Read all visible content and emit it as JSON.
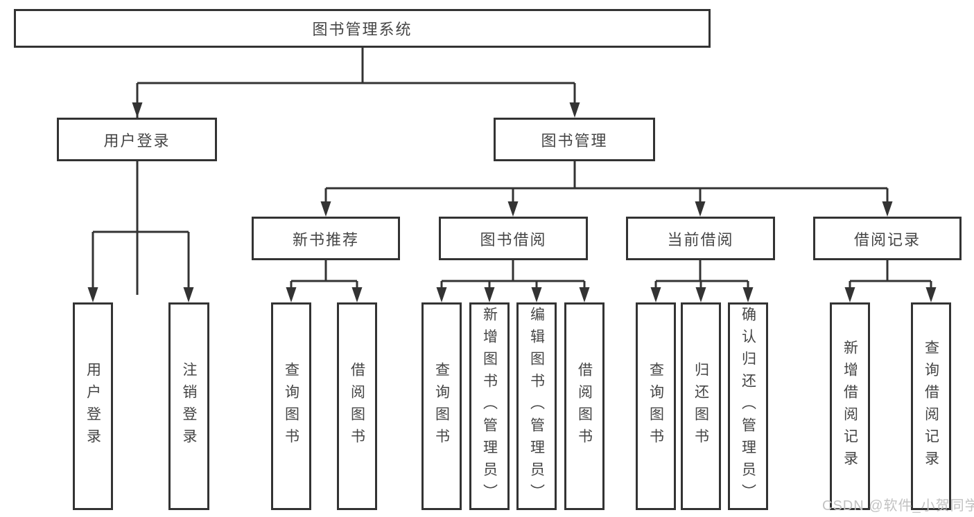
{
  "diagram": {
    "root": {
      "label": "图书管理系统"
    },
    "branches": [
      {
        "label": "用户登录",
        "children": [
          {
            "label": "用户登录"
          },
          {
            "label": "注销登录"
          }
        ]
      },
      {
        "label": "图书管理",
        "children": [
          {
            "label": "新书推荐",
            "children": [
              {
                "label": "查询图书"
              },
              {
                "label": "借阅图书"
              }
            ]
          },
          {
            "label": "图书借阅",
            "children": [
              {
                "label": "查询图书"
              },
              {
                "label": "新增图书（管理员）"
              },
              {
                "label": "编辑图书（管理员）"
              },
              {
                "label": "借阅图书"
              }
            ]
          },
          {
            "label": "当前借阅",
            "children": [
              {
                "label": "查询图书"
              },
              {
                "label": "归还图书"
              },
              {
                "label": "确认归还（管理员）"
              }
            ]
          },
          {
            "label": "借阅记录",
            "children": [
              {
                "label": "新增借阅记录"
              },
              {
                "label": "查询借阅记录"
              }
            ]
          }
        ]
      }
    ]
  },
  "watermark": {
    "text": "CSDN @软件_小贺同学"
  },
  "colors": {
    "line": "#333333",
    "text": "#454545",
    "box_fill": "#ffffff",
    "background": "#ffffff",
    "watermark": "#c2c2c2"
  }
}
